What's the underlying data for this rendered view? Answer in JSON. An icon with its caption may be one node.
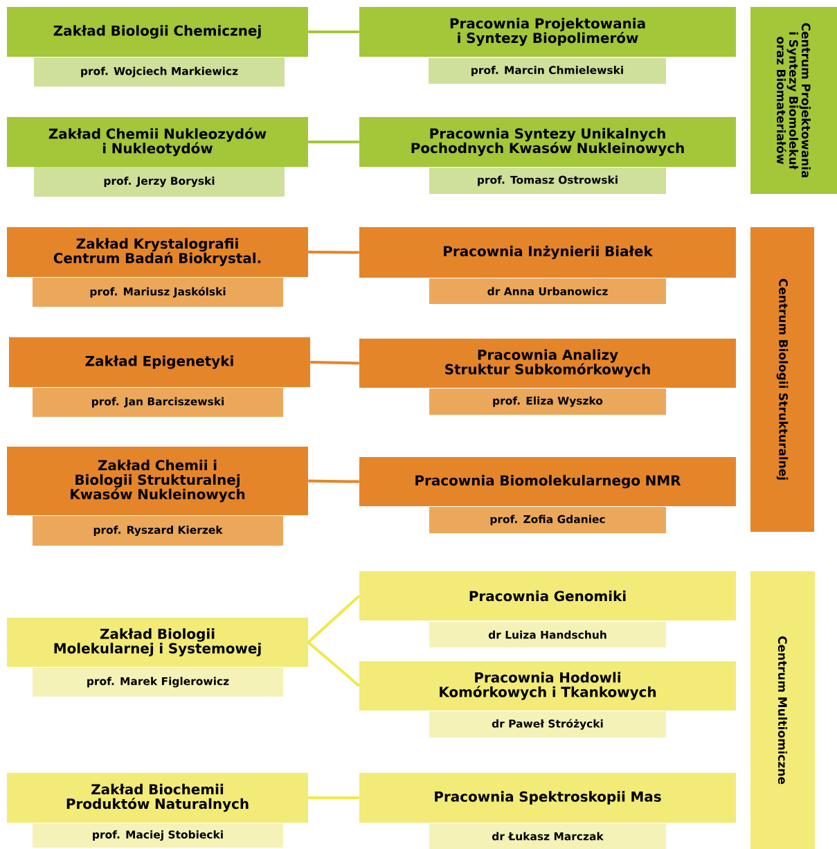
{
  "diagram": {
    "nodes": [
      {
        "text": [
          "Zakład Biologii Chemicznej"
        ]
      },
      {
        "text": [
          "Pracownia Projektowania i Syntezy Biopolimerów"
        ]
      },
      {
        "text": [
          "Centrum Projektowania i Syntezy Biomolekuł oraz Biomateriałów"
        ]
      },
      {
        "text": [
          "prof. Wojciech Markiewicz"
        ]
      },
      {
        "text": [
          "prof. Marcin Chmielewski"
        ]
      },
      {
        "text": [
          "Zakład Chemii Nukleozydów i Nukleotydów"
        ]
      },
      {
        "text": [
          "Pracownia Syntezy Unikalnych Pochodnych Kwasów Nukleinowych"
        ]
      },
      {
        "text": [
          "prof. Jerzy Boryski"
        ]
      },
      {
        "text": [
          "prof. Tomasz Ostrowski"
        ]
      },
      {
        "text": [
          "Zakład Krystalografii Centrum Badań Biokrystal."
        ]
      },
      {
        "text": [
          "Pracownia Inżynierii Białek"
        ]
      },
      {
        "text": [
          "Centrum Biologii Strukturalnej"
        ]
      },
      {
        "text": [
          "prof. Mariusz Jaskólski"
        ]
      },
      {
        "text": [
          "dr Anna Urbanowicz"
        ]
      },
      {
        "text": [
          "Zakład Epigenetyki"
        ]
      },
      {
        "text": [
          "Pracownia Analizy Struktur Subkomórkowych"
        ]
      },
      {
        "text": [
          "prof. Jan Barciszewski"
        ]
      },
      {
        "text": [
          "prof. Eliza Wyszko"
        ]
      },
      {
        "text": [
          "Zakład Chemii i Biologii Strukturalnej Kwasów Nukleinowych"
        ]
      },
      {
        "text": [
          "Pracownia Biomolekularnego NMR"
        ]
      },
      {
        "text": [
          "prof. Zofia Gdaniec"
        ]
      },
      {
        "text": [
          "prof. Ryszard Kierzek"
        ]
      },
      {
        "text": [
          "Pracownia Genomiki"
        ]
      },
      {
        "text": [
          "Centrum Multiomiczne"
        ]
      },
      {
        "text": [
          "Zakład Biologii Molekularnej i Systemowej"
        ]
      },
      {
        "text": [
          "dr Luiza Handschuh"
        ]
      },
      {
        "text": [
          "prof. Marek Figlerowicz"
        ]
      },
      {
        "text": [
          "Pracownia Hodowli Komórkowych i Tkankowych"
        ]
      },
      {
        "text": [
          "dr Paweł Stróżycki"
        ]
      },
      {
        "text": [
          "Zakład Biochemii Produktów Naturalnych"
        ]
      },
      {
        "text": [
          "Pracownia Spektroskopii Mas"
        ]
      },
      {
        "text": [
          "prof. Maciej Stobiecki"
        ]
      },
      {
        "text": [
          "dr Łukasz Marczak"
        ]
      }
    ],
    "edges": [
      {
        "from": 0,
        "to": 1,
        "arrow": "none",
        "color": "#a4c639"
      },
      {
        "from": 5,
        "to": 6,
        "arrow": "none",
        "color": "#a4c639"
      },
      {
        "from": 9,
        "to": 10,
        "arrow": "none",
        "color": "#e5852a"
      },
      {
        "from": 14,
        "to": 15,
        "arrow": "none",
        "color": "#e5852a"
      },
      {
        "from": 18,
        "to": 19,
        "arrow": "none",
        "color": "#e5852a"
      },
      {
        "from": 24,
        "to": 22,
        "arrow": "none",
        "color": "#f2e84a"
      },
      {
        "from": 24,
        "to": 27,
        "arrow": "none",
        "color": "#f2e84a"
      },
      {
        "from": 29,
        "to": 30,
        "arrow": "none",
        "color": "#f2e84a"
      }
    ]
  }
}
